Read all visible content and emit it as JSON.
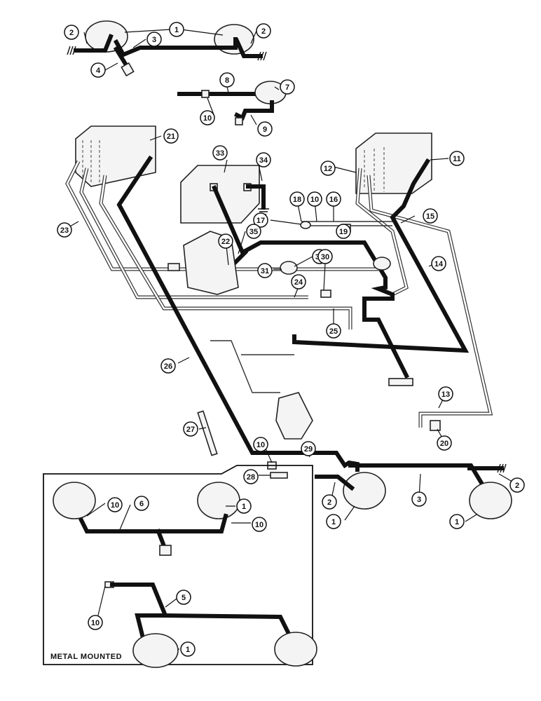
{
  "inset": {
    "label": "METAL MOUNTED"
  },
  "callouts": [
    {
      "id": "c1a",
      "n": "1"
    },
    {
      "id": "c2a",
      "n": "2"
    },
    {
      "id": "c3a",
      "n": "3"
    },
    {
      "id": "c2b",
      "n": "2"
    },
    {
      "id": "c4",
      "n": "4"
    },
    {
      "id": "c7",
      "n": "7"
    },
    {
      "id": "c8",
      "n": "8"
    },
    {
      "id": "c10a",
      "n": "10"
    },
    {
      "id": "c9",
      "n": "9"
    },
    {
      "id": "c21",
      "n": "21"
    },
    {
      "id": "c33",
      "n": "33"
    },
    {
      "id": "c34",
      "n": "34"
    },
    {
      "id": "c11",
      "n": "11"
    },
    {
      "id": "c12",
      "n": "12"
    },
    {
      "id": "c18",
      "n": "18"
    },
    {
      "id": "c10b",
      "n": "10"
    },
    {
      "id": "c16",
      "n": "16"
    },
    {
      "id": "c17",
      "n": "17"
    },
    {
      "id": "c19",
      "n": "19"
    },
    {
      "id": "c15",
      "n": "15"
    },
    {
      "id": "c23",
      "n": "23"
    },
    {
      "id": "c35",
      "n": "35"
    },
    {
      "id": "c22",
      "n": "22"
    },
    {
      "id": "c32",
      "n": "32"
    },
    {
      "id": "c31",
      "n": "31"
    },
    {
      "id": "c30",
      "n": "30"
    },
    {
      "id": "c24",
      "n": "24"
    },
    {
      "id": "c14",
      "n": "14"
    },
    {
      "id": "c25",
      "n": "25"
    },
    {
      "id": "c26",
      "n": "26"
    },
    {
      "id": "c13",
      "n": "13"
    },
    {
      "id": "c27",
      "n": "27"
    },
    {
      "id": "c20",
      "n": "20"
    },
    {
      "id": "c10c",
      "n": "10"
    },
    {
      "id": "c29",
      "n": "29"
    },
    {
      "id": "c28",
      "n": "28"
    },
    {
      "id": "c2c",
      "n": "2"
    },
    {
      "id": "c2d",
      "n": "2"
    },
    {
      "id": "c3b",
      "n": "3"
    },
    {
      "id": "c1b",
      "n": "1"
    },
    {
      "id": "c1c",
      "n": "1"
    },
    {
      "id": "c10d",
      "n": "10"
    },
    {
      "id": "c6",
      "n": "6"
    },
    {
      "id": "c1d",
      "n": "1"
    },
    {
      "id": "c10e",
      "n": "10"
    },
    {
      "id": "c5",
      "n": "5"
    },
    {
      "id": "c10f",
      "n": "10"
    },
    {
      "id": "c1e",
      "n": "1"
    }
  ]
}
